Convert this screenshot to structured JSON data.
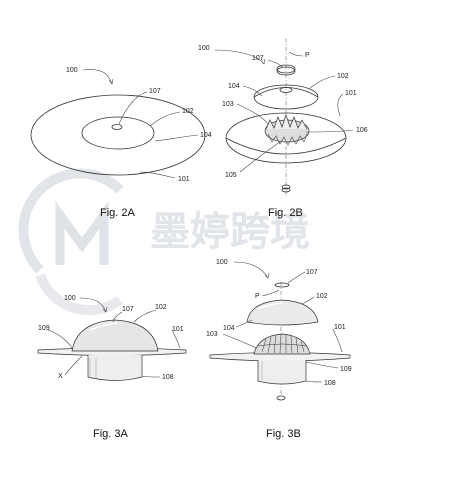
{
  "watermark": {
    "text": "墨婷跨境",
    "logo_letter": "M",
    "color": "#c9ced6"
  },
  "fig2a": {
    "caption": "Fig. 2A",
    "refs": {
      "r100": "100",
      "r107": "107",
      "r102": "102",
      "r104": "104",
      "r101": "101"
    }
  },
  "fig2b": {
    "caption": "Fig. 2B",
    "refs": {
      "r100": "100",
      "r107": "107",
      "rP": "P",
      "r102": "102",
      "r104": "104",
      "r101": "101",
      "r103": "103",
      "r106": "106",
      "r105": "105"
    }
  },
  "fig3a": {
    "caption": "Fig. 3A",
    "refs": {
      "r100": "100",
      "r107": "107",
      "r102": "102",
      "r109": "109",
      "r101": "101",
      "rX": "X",
      "r108": "108"
    }
  },
  "fig3b": {
    "caption": "Fig. 3B",
    "refs": {
      "r100": "100",
      "r107": "107",
      "rP": "P",
      "r102": "102",
      "r104": "104",
      "r103": "103",
      "r101": "101",
      "r109": "109",
      "r108": "108"
    }
  }
}
